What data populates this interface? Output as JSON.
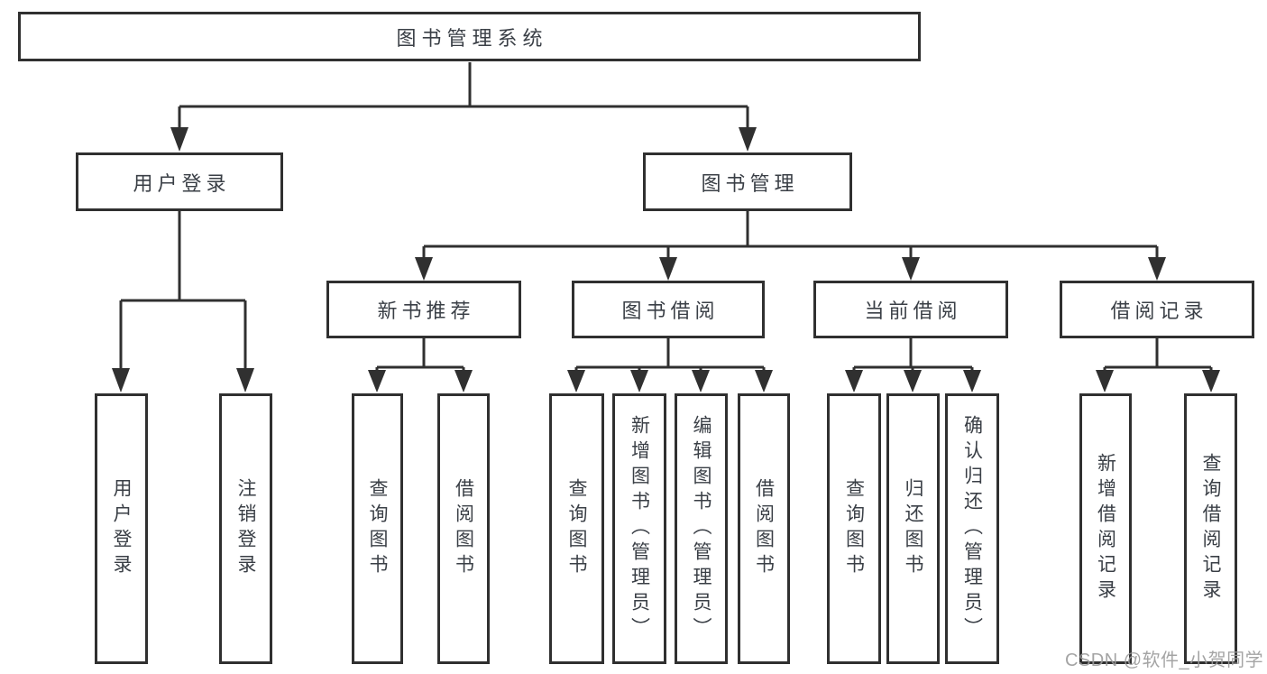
{
  "colors": {
    "line": "#303030",
    "ink": "#3a3f46",
    "watermark": "#9b9b9b",
    "bg": "#ffffff"
  },
  "diagram": {
    "root": {
      "label": "图书管理系统"
    },
    "branches": [
      {
        "label": "用户登录",
        "children": [
          {
            "label": "用户登录"
          },
          {
            "label": "注销登录"
          }
        ]
      },
      {
        "label": "图书管理",
        "children": [
          {
            "label": "新书推荐",
            "children": [
              {
                "label": "查询图书"
              },
              {
                "label": "借阅图书"
              }
            ]
          },
          {
            "label": "图书借阅",
            "children": [
              {
                "label": "查询图书"
              },
              {
                "label": "新增图书（管理员）"
              },
              {
                "label": "编辑图书（管理员）"
              },
              {
                "label": "借阅图书"
              }
            ]
          },
          {
            "label": "当前借阅",
            "children": [
              {
                "label": "查询图书"
              },
              {
                "label": "归还图书"
              },
              {
                "label": "确认归还（管理员）"
              }
            ]
          },
          {
            "label": "借阅记录",
            "children": [
              {
                "label": "新增借阅记录"
              },
              {
                "label": "查询借阅记录"
              }
            ]
          }
        ]
      }
    ]
  },
  "watermark": {
    "text": "CSDN @软件_小贺同学"
  }
}
